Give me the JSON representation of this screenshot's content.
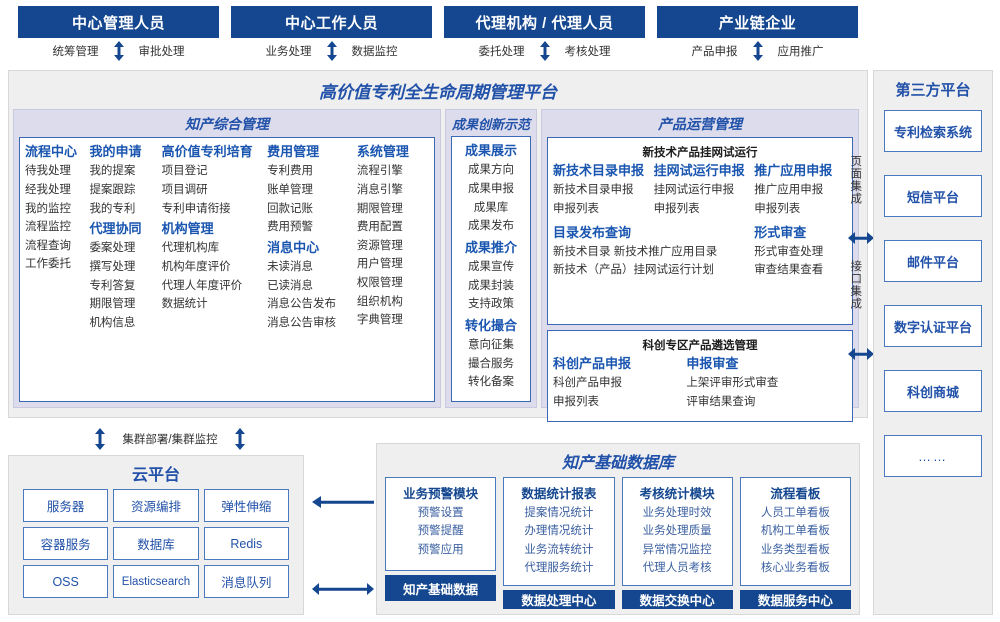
{
  "colors": {
    "header_blue": "#14478f",
    "title_blue": "#2151a8",
    "panel_lavender": "#dcdcec",
    "panel_gray": "#efefef",
    "box_border_blue": "#4a79c0"
  },
  "roles": [
    {
      "title": "中心管理人员",
      "actions": [
        "统筹管理",
        "审批处理"
      ]
    },
    {
      "title": "中心工作人员",
      "actions": [
        "业务处理",
        "数据监控"
      ]
    },
    {
      "title": "代理机构 / 代理人员",
      "actions": [
        "委托处理",
        "考核处理"
      ]
    },
    {
      "title": "产业链企业",
      "actions": [
        "产品申报",
        "应用推广"
      ]
    }
  ],
  "platform": {
    "title": "高价值专利全生命周期管理平台",
    "sections": [
      {
        "title": "知产综合管理",
        "columns": [
          {
            "groups": [
              {
                "head": "流程中心",
                "items": [
                  "待我处理",
                  "经我处理",
                  "我的监控",
                  "流程监控",
                  "流程查询",
                  "工作委托"
                ]
              }
            ]
          },
          {
            "groups": [
              {
                "head": "我的申请",
                "items": [
                  "我的提案",
                  "提案跟踪",
                  "我的专利"
                ]
              },
              {
                "head": "代理协同",
                "items": [
                  "委案处理",
                  "撰写处理",
                  "专利答复",
                  "期限管理",
                  "机构信息"
                ]
              }
            ]
          },
          {
            "groups": [
              {
                "head": "高价值专利培育",
                "items": [
                  "项目登记",
                  "项目调研",
                  "专利申请衔接"
                ]
              },
              {
                "head": "机构管理",
                "items": [
                  "代理机构库",
                  "机构年度评价",
                  "代理人年度评价",
                  "数据统计"
                ]
              }
            ]
          },
          {
            "groups": [
              {
                "head": "费用管理",
                "items": [
                  "专利费用",
                  "账单管理",
                  "回款记账",
                  "费用预警"
                ]
              },
              {
                "head": "消息中心",
                "items": [
                  "未读消息",
                  "已读消息",
                  "消息公告发布",
                  "消息公告审核"
                ]
              }
            ]
          },
          {
            "groups": [
              {
                "head": "系统管理",
                "items": [
                  "流程引擎",
                  "消息引擎",
                  "期限管理",
                  "费用配置",
                  "资源管理",
                  "用户管理",
                  "权限管理",
                  "组织机构",
                  "字典管理"
                ]
              }
            ]
          }
        ]
      },
      {
        "title": "成果创新示范",
        "columns": [
          {
            "groups": [
              {
                "head": "成果展示",
                "items": [
                  "成果方向",
                  "成果申报",
                  "成果库",
                  "成果发布"
                ]
              },
              {
                "head": "成果推介",
                "items": [
                  "成果宣传",
                  "成果封装",
                  "支持政策"
                ]
              },
              {
                "head": "转化撮合",
                "items": [
                  "意向征集",
                  "撮合服务",
                  "转化备案"
                ]
              }
            ]
          }
        ]
      }
    ],
    "product_ops": {
      "title": "产品运营管理",
      "blocks": [
        {
          "sub_title": "新技术产品挂网试运行",
          "rows": [
            {
              "columns": [
                {
                  "head": "新技术目录申报",
                  "items": [
                    "新技术目录申报",
                    "申报列表"
                  ]
                },
                {
                  "head": "挂网试运行申报",
                  "items": [
                    "挂网试运行申报",
                    "申报列表"
                  ]
                },
                {
                  "head": "推广应用申报",
                  "items": [
                    "推广应用申报",
                    "申报列表"
                  ]
                }
              ]
            },
            {
              "columns": [
                {
                  "head": "目录发布查询",
                  "items": [
                    "新技术目录    新技术推广应用目录",
                    "新技术（产品）挂网试运行计划"
                  ]
                },
                {
                  "head": "形式审查",
                  "items": [
                    "形式审查处理",
                    "审查结果查看"
                  ]
                }
              ]
            }
          ]
        },
        {
          "sub_title": "科创专区产品遴选管理",
          "rows": [
            {
              "columns": [
                {
                  "head": "科创产品申报",
                  "items": [
                    "科创产品申报",
                    "申报列表"
                  ]
                },
                {
                  "head": "申报审查",
                  "items": [
                    "上架评审形式审查",
                    "评审结果查询"
                  ]
                }
              ]
            }
          ]
        }
      ]
    }
  },
  "integration": {
    "labels": [
      "页面集成",
      "接口集成"
    ]
  },
  "third_party": {
    "title": "第三方平台",
    "items": [
      "专利检索系统",
      "短信平台",
      "邮件平台",
      "数字认证平台",
      "科创商城",
      "……"
    ]
  },
  "cluster": {
    "label": "集群部署/集群监控"
  },
  "cloud": {
    "title": "云平台",
    "cells": [
      "服务器",
      "资源编排",
      "弹性伸缩",
      "容器服务",
      "数据库",
      "Redis",
      "OSS",
      "Elasticsearch",
      "消息队列"
    ]
  },
  "database": {
    "title": "知产基础数据库",
    "columns": [
      {
        "head": "业务预警模块",
        "items": [
          "预警设置",
          "预警提醒",
          "预警应用"
        ],
        "footer": "知产基础数据"
      },
      {
        "head": "数据统计报表",
        "items": [
          "提案情况统计",
          "办理情况统计",
          "业务流转统计",
          "代理服务统计"
        ],
        "footer": "数据处理中心"
      },
      {
        "head": "考核统计模块",
        "items": [
          "业务处理时效",
          "业务处理质量",
          "异常情况监控",
          "代理人员考核"
        ],
        "footer": "数据交换中心"
      },
      {
        "head": "流程看板",
        "items": [
          "人员工单看板",
          "机构工单看板",
          "业务类型看板",
          "核心业务看板"
        ],
        "footer": "数据服务中心"
      }
    ]
  }
}
